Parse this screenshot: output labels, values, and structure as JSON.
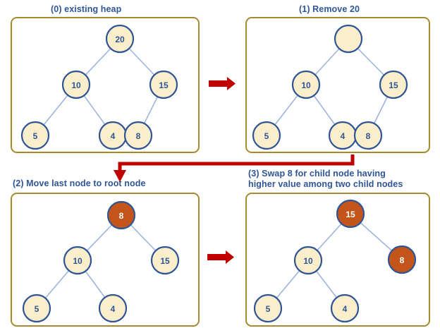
{
  "figure": {
    "title_color": "#2F5597",
    "panel_border_color": "#A88A2C",
    "node_fill": "#FBEECB",
    "node_highlight_fill": "#C4551A",
    "node_stroke": "#2F5597",
    "edge_color": "#9FB4DC",
    "arrow_color": "#C10000",
    "background": "#FFFFFF"
  },
  "panels": [
    {
      "id": "panel-0",
      "title": "(0) existing heap",
      "nodes": [
        {
          "label": "20",
          "highlight": false,
          "empty": false
        },
        {
          "label": "10",
          "highlight": false,
          "empty": false
        },
        {
          "label": "15",
          "highlight": false,
          "empty": false
        },
        {
          "label": "5",
          "highlight": false,
          "empty": false
        },
        {
          "label": "4",
          "highlight": false,
          "empty": false
        },
        {
          "label": "8",
          "highlight": false,
          "empty": false
        }
      ]
    },
    {
      "id": "panel-1",
      "title": "(1) Remove 20",
      "nodes": [
        {
          "label": "",
          "highlight": false,
          "empty": true
        },
        {
          "label": "10",
          "highlight": false,
          "empty": false
        },
        {
          "label": "15",
          "highlight": false,
          "empty": false
        },
        {
          "label": "5",
          "highlight": false,
          "empty": false
        },
        {
          "label": "4",
          "highlight": false,
          "empty": false
        },
        {
          "label": "8",
          "highlight": false,
          "empty": false
        }
      ]
    },
    {
      "id": "panel-2",
      "title": "(2) Move last node to root node",
      "nodes": [
        {
          "label": "8",
          "highlight": true,
          "empty": false
        },
        {
          "label": "10",
          "highlight": false,
          "empty": false
        },
        {
          "label": "15",
          "highlight": false,
          "empty": false
        },
        {
          "label": "5",
          "highlight": false,
          "empty": false
        },
        {
          "label": "4",
          "highlight": false,
          "empty": false
        }
      ]
    },
    {
      "id": "panel-3",
      "title": "(3) Swap 8 for child node having\nhigher value among two child nodes",
      "nodes": [
        {
          "label": "15",
          "highlight": true,
          "empty": false
        },
        {
          "label": "10",
          "highlight": false,
          "empty": false
        },
        {
          "label": "8",
          "highlight": true,
          "empty": false
        },
        {
          "label": "5",
          "highlight": false,
          "empty": false
        },
        {
          "label": "4",
          "highlight": false,
          "empty": false
        }
      ]
    }
  ],
  "arrows": [
    {
      "id": "arrow-top",
      "kind": "right",
      "from_panel": "panel-0",
      "to_panel": "panel-1"
    },
    {
      "id": "arrow-elbow",
      "kind": "elbow-down-left",
      "from_panel": "panel-1",
      "to_panel": "panel-2"
    },
    {
      "id": "arrow-bottom",
      "kind": "right",
      "from_panel": "panel-2",
      "to_panel": "panel-3"
    }
  ]
}
